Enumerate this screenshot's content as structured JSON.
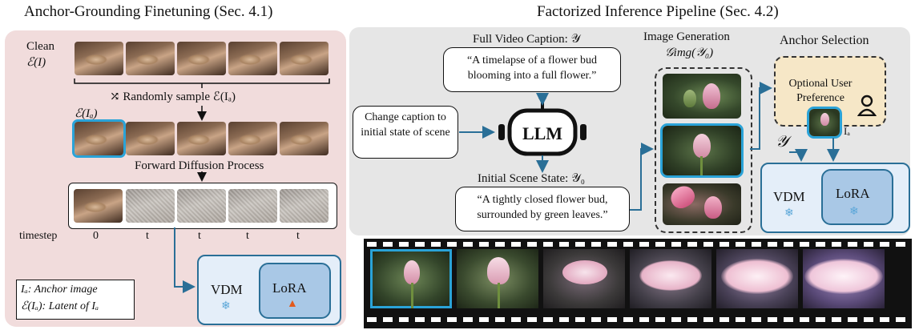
{
  "left": {
    "title": "Anchor-Grounding Finetuning (Sec. 4.1)",
    "clean_label": "Clean",
    "clean_expr": "ℰ(I)",
    "sample_text": "⤮ Randomly sample ℰ(Iₐ)",
    "anchor_expr": "ℰ(Iₐ)",
    "forward_text": "Forward Diffusion Process",
    "timestep_label": "timestep",
    "timesteps": [
      "0",
      "t",
      "t",
      "t",
      "t"
    ],
    "vdm": "VDM",
    "lora": "LoRA",
    "legend_line1": "Iₐ: Anchor image",
    "legend_line2": "ℰ(Iₐ): Latent of Iₐ"
  },
  "right": {
    "title": "Factorized Inference Pipeline (Sec. 4.2)",
    "full_caption_label": "Full Video Caption: 𝒴",
    "full_caption_text": "“A timelapse of a flower bud blooming into a full flower.”",
    "change_caption": "Change caption to initial state of scene",
    "llm": "LLM",
    "initial_state_label": "Initial Scene State: 𝒴₀",
    "initial_caption_text": "“A tightly closed flower bud, surrounded by green leaves.”",
    "image_gen_label": "Image Generation",
    "image_gen_expr": "𝒢img(𝒴₀)",
    "anchor_selection_label": "Anchor Selection",
    "optional_pref": "Optional User Preference",
    "ia": "Iₐ",
    "y_symbol": "𝒴",
    "vdm": "VDM",
    "lora": "LoRA"
  },
  "colors": {
    "accent_blue": "#2aa3d8",
    "arrow_blue": "#2a6f97",
    "panel_pink": "#f1dcdc",
    "panel_gray": "#e6e6e6",
    "pref_fill": "#f6e7c7",
    "module_fill": "#e4eef9",
    "lora_fill": "#a9c8e6"
  }
}
